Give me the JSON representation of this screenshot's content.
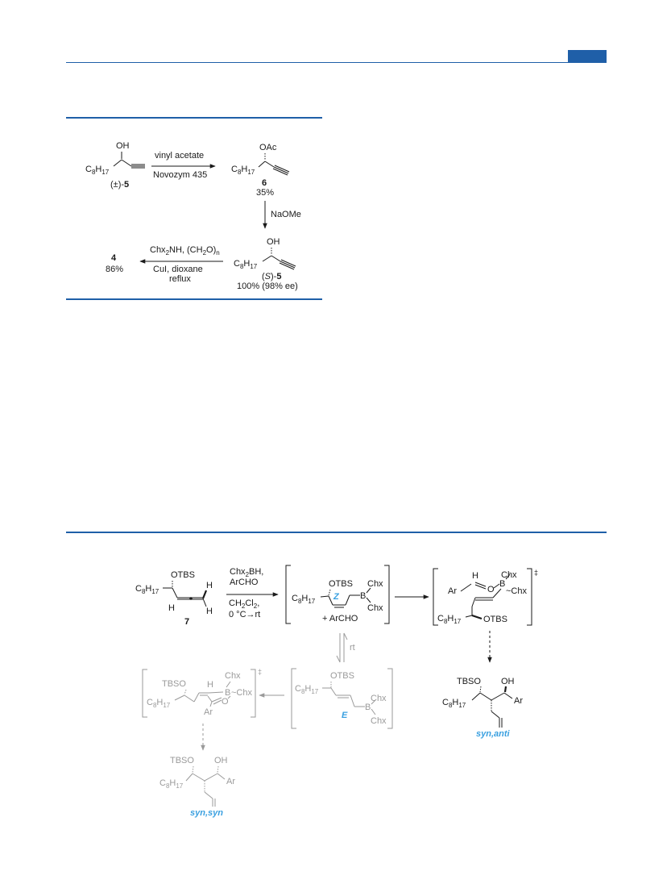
{
  "colors": {
    "accent": "#1f5fa8",
    "label_blue": "#3aa0e0",
    "faded": "#9a9a9a",
    "ink": "#1a1a1a"
  },
  "scheme1": {
    "racemic": {
      "oh": "OH",
      "c8": "C",
      "c8_sub": "8",
      "h": "H",
      "h_sub": "17",
      "label_pre": "(±)-",
      "label_num": "5"
    },
    "step1": {
      "reagent_top": "vinyl acetate",
      "reagent_bottom": "Novozym 435"
    },
    "acetate": {
      "oac": "OAc",
      "c8": "C",
      "c8_sub": "8",
      "h": "H",
      "h_sub": "17",
      "label_num": "6",
      "yield": "35%"
    },
    "step2": {
      "reagent": "NaOMe"
    },
    "s_alcohol": {
      "oh": "OH",
      "c8": "C",
      "c8_sub": "8",
      "h": "H",
      "h_sub": "17",
      "label_open": "(",
      "label_s": "S",
      "label_close": ")-",
      "label_num": "5",
      "yield": "100% (98% ee)"
    },
    "step3": {
      "r1_a": "Chx",
      "r1_sub2": "2",
      "r1_b": "NH, (CH",
      "r1_sub2b": "2",
      "r1_c": "O)",
      "r1_subn": "n",
      "r2": "CuI, dioxane",
      "r3": "reflux"
    },
    "product": {
      "label_num": "4",
      "yield": "86%"
    }
  },
  "scheme2": {
    "allene": {
      "otbs": "OTBS",
      "c8": "C",
      "c8_sub": "8",
      "h": "H",
      "h_sub": "17",
      "h_left": "H",
      "h_right_top": "H",
      "h_right_bottom": "H",
      "label_num": "7"
    },
    "step1": {
      "r1_a": "Chx",
      "r1_sub": "2",
      "r1_b": "BH,",
      "r2": "ArCHO",
      "r3_a": "CH",
      "r3_sub": "2",
      "r3_b": "Cl",
      "r3_sub2": "2",
      "r3_c": ",",
      "r4": "0 °C→rt"
    },
    "z_borane": {
      "otbs": "OTBS",
      "c8": "C",
      "c8_sub": "8",
      "h": "H",
      "h_sub": "17",
      "geom": "Z",
      "b": "B",
      "chx_top": "Chx",
      "chx_bottom": "Chx",
      "plus": "+ ArCHO"
    },
    "ts_z": {
      "h": "H",
      "ar": "Ar",
      "o": "O",
      "b": "B",
      "chx_top": "Chx",
      "chx_right": "~Chx",
      "c8": "C",
      "c8_sub": "8",
      "h17": "H",
      "h_sub": "17",
      "otbs": "OTBS",
      "dagger": "‡"
    },
    "equilibrium": {
      "label": "rt"
    },
    "syn_anti": {
      "tbso": "TBSO",
      "oh": "OH",
      "c8": "C",
      "c8_sub": "8",
      "h": "H",
      "h_sub": "17",
      "ar": "Ar",
      "label": "syn,anti"
    },
    "e_borane": {
      "otbs": "OTBS",
      "c8": "C",
      "c8_sub": "8",
      "h": "H",
      "h_sub": "17",
      "geom": "E",
      "b": "B",
      "chx_top": "Chx",
      "chx_bottom": "Chx"
    },
    "ts_e": {
      "tbso": "TBSO",
      "h": "H",
      "b": "B",
      "chx_top": "Chx",
      "chx_right": "~Chx",
      "c8": "C",
      "c8_sub": "8",
      "h17": "H",
      "h_sub": "17",
      "o": "O",
      "ar": "Ar",
      "dagger": "‡"
    },
    "syn_syn": {
      "tbso": "TBSO",
      "oh": "OH",
      "c8": "C",
      "c8_sub": "8",
      "h": "H",
      "h_sub": "17",
      "ar": "Ar",
      "label": "syn,syn"
    }
  }
}
